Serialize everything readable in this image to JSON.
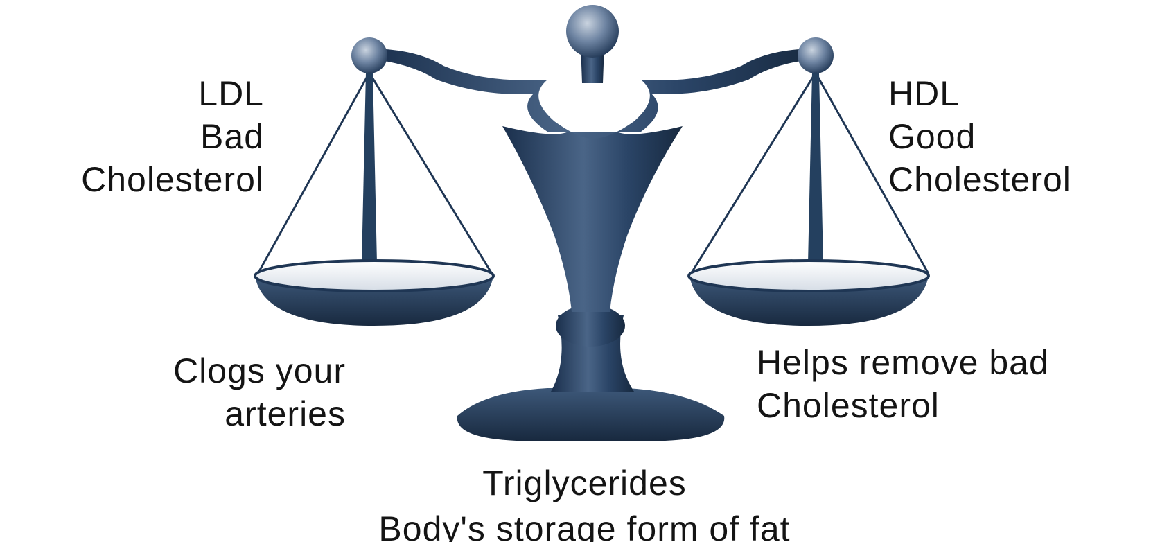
{
  "colors": {
    "background": "#ffffff",
    "scale_dark": "#1f3654",
    "scale_mid": "#3b5577",
    "scale_light": "#6d84a3",
    "pan_inner": "#e9edf2",
    "text": "#141414"
  },
  "left_pan": {
    "title_lines": [
      "LDL",
      "Bad",
      "Cholesterol"
    ],
    "effect_lines": [
      "Clogs your",
      "arteries"
    ]
  },
  "right_pan": {
    "title_lines": [
      "HDL",
      "Good",
      "Cholesterol"
    ],
    "effect_lines": [
      "Helps remove bad",
      "Cholesterol"
    ]
  },
  "base": {
    "lines": [
      "Triglycerides",
      "Body's storage form of fat"
    ]
  }
}
